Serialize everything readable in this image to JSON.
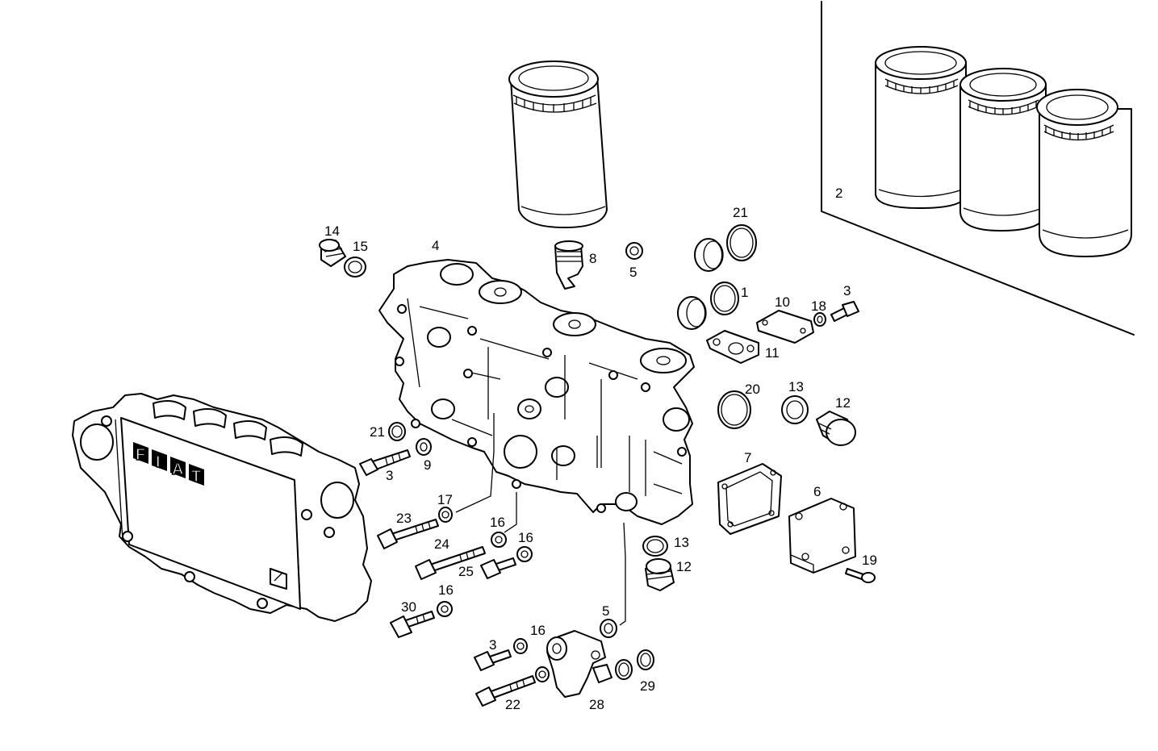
{
  "fiat_letters": [
    "F",
    "I",
    "A",
    "T"
  ],
  "labels": {
    "l1": "1",
    "l2": "2",
    "l3a": "3",
    "l3b": "3",
    "l3c": "3",
    "l4": "4",
    "l5a": "5",
    "l5b": "5",
    "l6": "6",
    "l7": "7",
    "l8": "8",
    "l9": "9",
    "l10": "10",
    "l11": "11",
    "l12a": "12",
    "l12b": "12",
    "l13a": "13",
    "l13b": "13",
    "l14": "14",
    "l15": "15",
    "l16a": "16",
    "l16b": "16",
    "l16c": "16",
    "l16d": "16",
    "l17": "17",
    "l18": "18",
    "l19": "19",
    "l20": "20",
    "l21a": "21",
    "l21b": "21",
    "l22": "22",
    "l23": "23",
    "l24": "24",
    "l25": "25",
    "l28": "28",
    "l29": "29",
    "l30": "30"
  }
}
